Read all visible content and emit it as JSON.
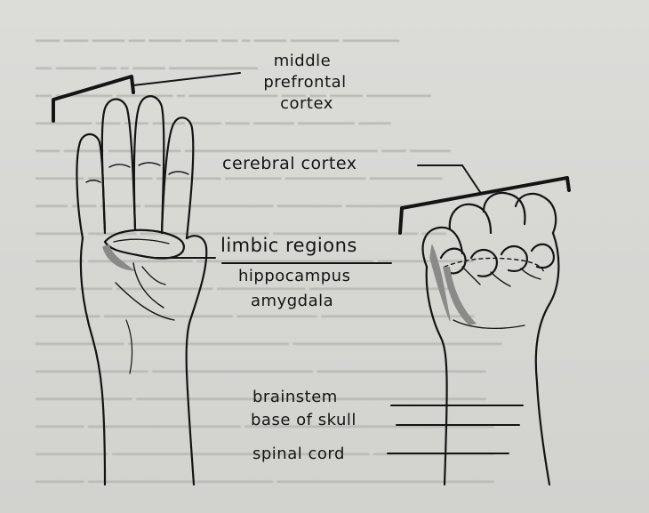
{
  "labels": {
    "middle_prefrontal_cortex": [
      "middle",
      "prefrontal",
      "cortex"
    ],
    "cerebral_cortex": "cerebral cortex",
    "limbic_regions": "limbic regions",
    "hippocampus": "hippocampus",
    "amygdala": "amygdala",
    "brainstem": "brainstem",
    "base_of_skull": "base of skull",
    "spinal_cord": "spinal cord"
  },
  "colors": {
    "ink": "#141414",
    "shade": "#8a8a88",
    "paper": "#d8d8d5"
  }
}
